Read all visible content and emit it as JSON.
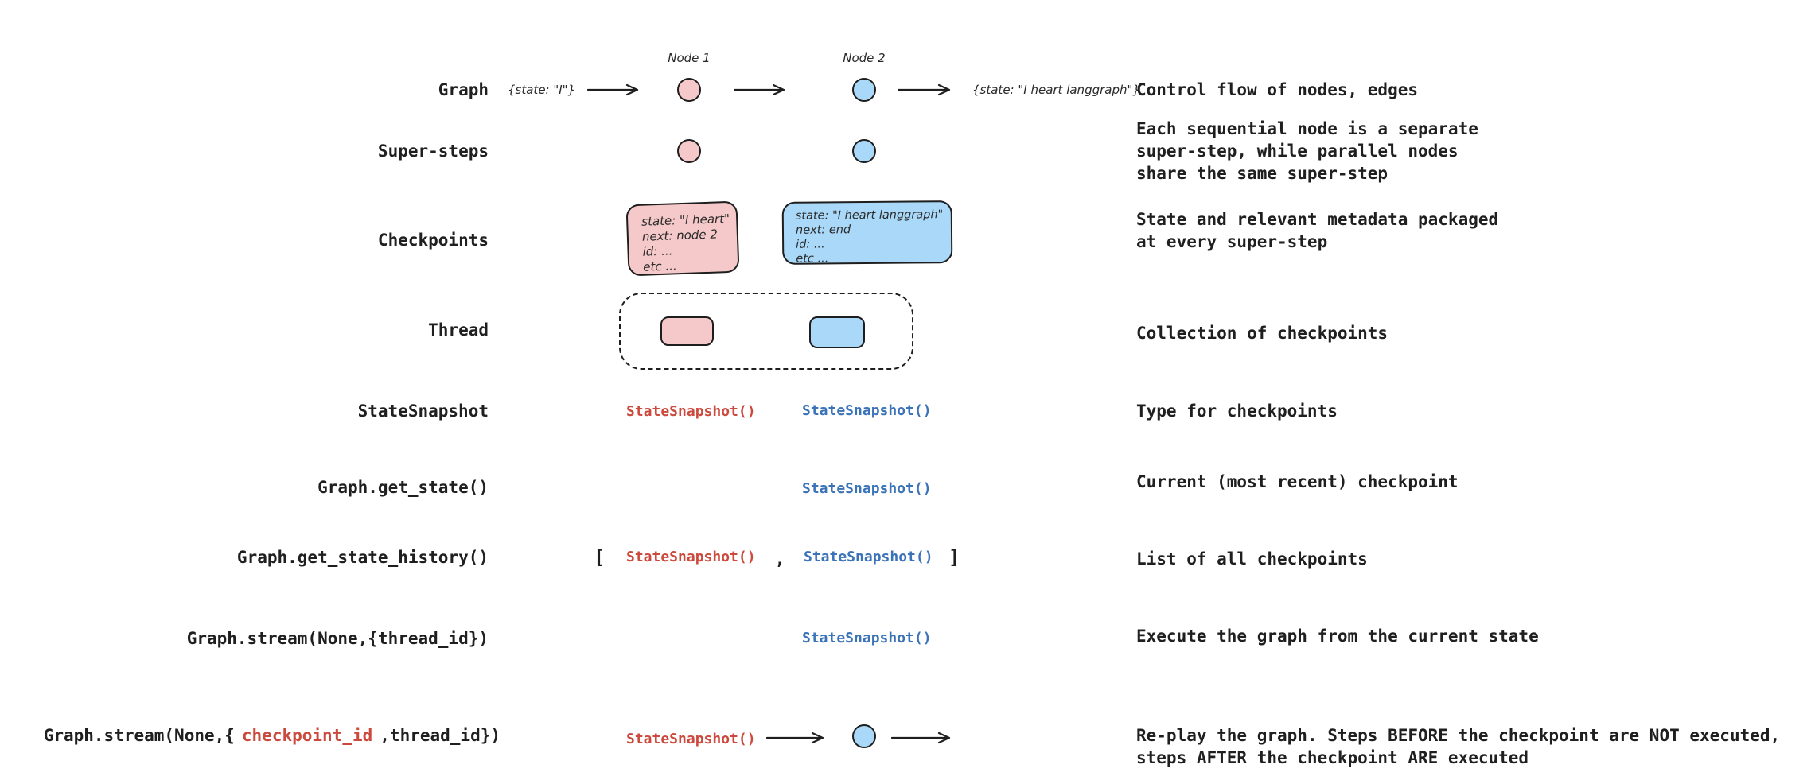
{
  "palette": {
    "ink": "#1f1f1f",
    "node_pink_fill": "#f5c9c9",
    "node_blue_fill": "#a9d8f8",
    "code_red": "#cc4a3d",
    "code_blue": "#3a73b8",
    "background": "#ffffff"
  },
  "rows": {
    "graph": {
      "label": "Graph",
      "input_state": "{state: \"I\"}",
      "node1_title": "Node 1",
      "node2_title": "Node 2",
      "output_state": "{state: \"I heart langgraph\"}",
      "description": "Control flow of nodes, edges"
    },
    "super_steps": {
      "label": "Super-steps",
      "description": "Each sequential node is a separate\nsuper-step, while parallel nodes\nshare the same super-step"
    },
    "checkpoints": {
      "label": "Checkpoints",
      "pink_box_text": "state: \"I heart\"\nnext: node 2\nid: ...\netc ...",
      "blue_box_text": "state: \"I heart langgraph\"\nnext: end\nid: ...\netc ...",
      "description": "State and relevant metadata packaged\nat every super-step"
    },
    "thread": {
      "label": "Thread",
      "description": "Collection of checkpoints"
    },
    "state_snapshot": {
      "label": "StateSnapshot",
      "red_call": "StateSnapshot()",
      "blue_call": "StateSnapshot()",
      "description": "Type for checkpoints"
    },
    "get_state": {
      "label": "Graph.get_state()",
      "blue_call": "StateSnapshot()",
      "description": "Current (most recent) checkpoint"
    },
    "get_state_history": {
      "label": "Graph.get_state_history()",
      "bracket_open": "[",
      "red_call": "StateSnapshot()",
      "comma": ",",
      "blue_call": "StateSnapshot()",
      "bracket_close": "]",
      "description": "List of all checkpoints"
    },
    "stream_thread": {
      "label": "Graph.stream(None,{thread_id})",
      "blue_call": "StateSnapshot()",
      "description": "Execute the graph from the current state"
    },
    "stream_checkpoint": {
      "label_prefix": "Graph.stream(None,{",
      "label_highlight": "checkpoint_id",
      "label_suffix": ",thread_id})",
      "red_call": "StateSnapshot()",
      "description": "Re-play the graph. Steps BEFORE the checkpoint are NOT executed,\nsteps AFTER the checkpoint ARE executed"
    }
  }
}
